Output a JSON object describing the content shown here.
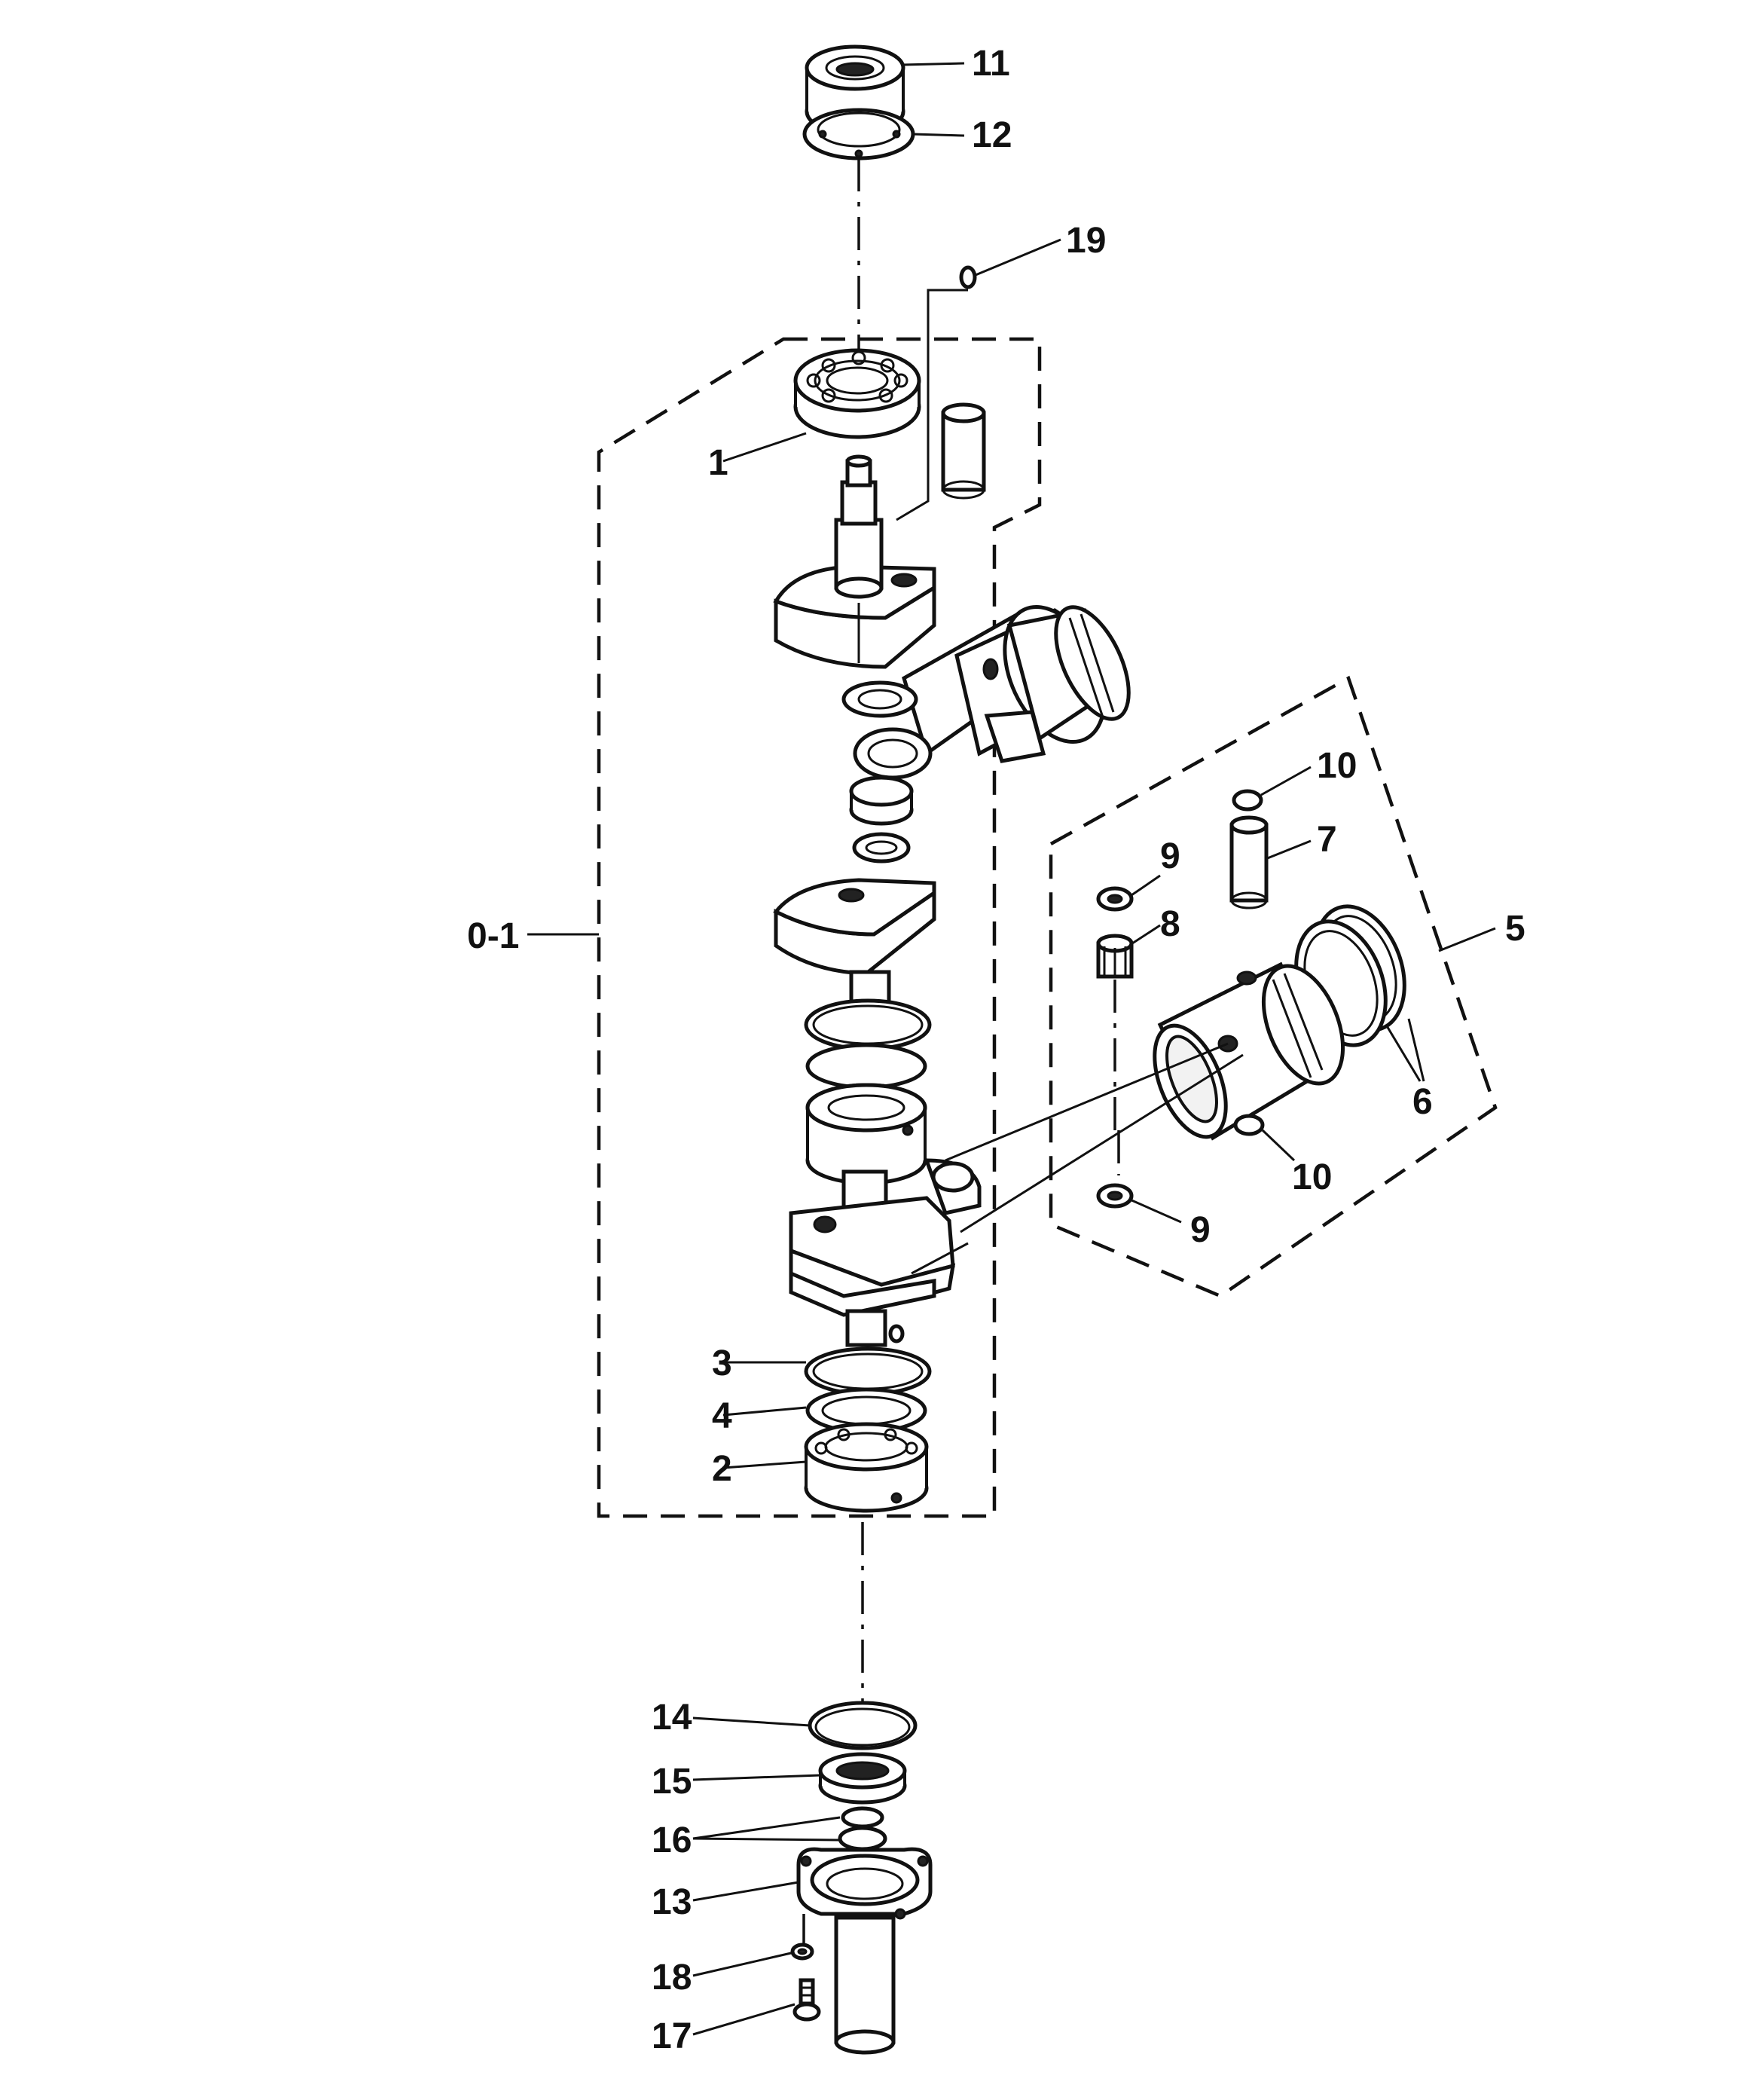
{
  "colors": {
    "ink": "#111111",
    "paper": "#ffffff"
  },
  "labels": {
    "l1": "1",
    "l2": "2",
    "l3": "3",
    "l4": "4",
    "l5": "5",
    "l6": "6",
    "l7": "7",
    "l8": "8",
    "l9a": "9",
    "l9b": "9",
    "l10a": "10",
    "l10b": "10",
    "l11": "11",
    "l12": "12",
    "l13": "13",
    "l14": "14",
    "l15": "15",
    "l16": "16",
    "l17": "17",
    "l18": "18",
    "l19": "19",
    "l01": "0-1"
  }
}
